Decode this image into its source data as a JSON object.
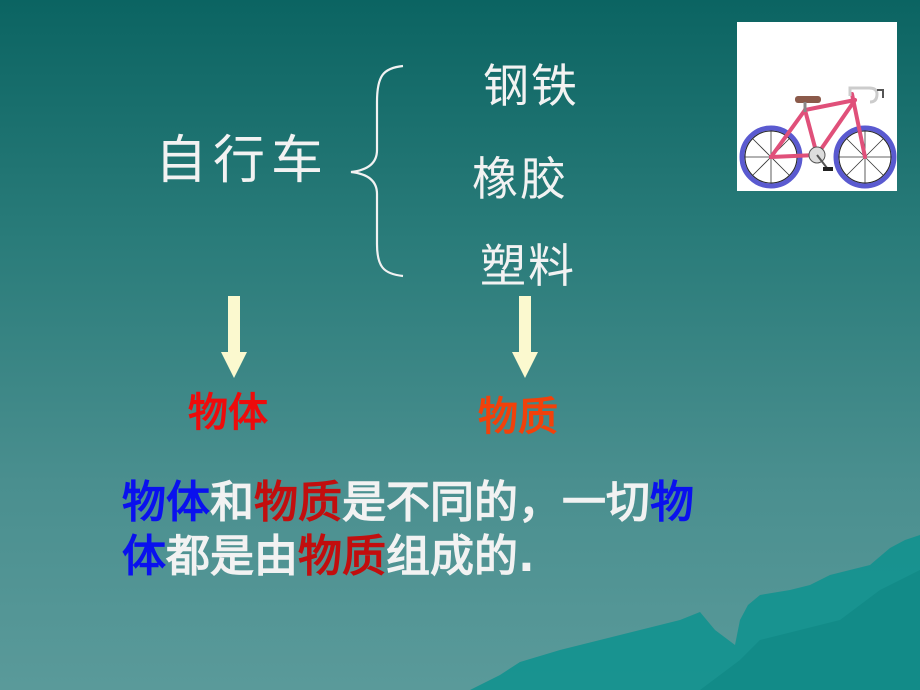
{
  "slide": {
    "title": "自行车",
    "materials": [
      "钢铁",
      "橡胶",
      "塑料"
    ],
    "labels": {
      "object": "物体",
      "substance": "物质"
    },
    "sentence": {
      "line1": [
        {
          "text": "物体",
          "color": "blue"
        },
        {
          "text": "和",
          "color": "white"
        },
        {
          "text": "物质",
          "color": "red"
        },
        {
          "text": "是不同的，一切",
          "color": "white"
        },
        {
          "text": "物",
          "color": "blue"
        }
      ],
      "line2": [
        {
          "text": "体",
          "color": "blue"
        },
        {
          "text": "都是由",
          "color": "white"
        },
        {
          "text": "物质",
          "color": "red"
        },
        {
          "text": "组成的.",
          "color": "white"
        }
      ]
    },
    "image": {
      "icon": "bicycle-icon"
    },
    "colors": {
      "background_top": "#0b6462",
      "background_bottom": "#5a9a9a",
      "arrow": "#fbf9cf",
      "label_object": "#ee0b0b",
      "label_substance": "#f2410a",
      "blue": "#0a11ee",
      "red": "#c20e0e",
      "mountain": "#12928f"
    }
  }
}
